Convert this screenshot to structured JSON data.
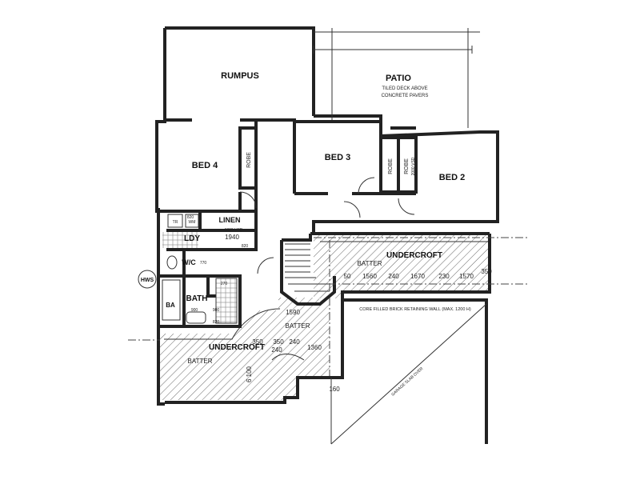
{
  "rooms": {
    "rumpus": "RUMPUS",
    "patio": "PATIO",
    "patio_note1": "TILED DECK ABOVE",
    "patio_note2": "CONCRETE PAVERS",
    "bed4": "BED 4",
    "bed3": "BED 3",
    "bed2": "BED 2",
    "robe": "ROBE",
    "linen": "LINEN",
    "ldy": "LDY",
    "wc": "W/C",
    "bath": "BATH",
    "ba": "BA",
    "hws": "HWS",
    "tr": "TR",
    "wm": "WM"
  },
  "undercroft": {
    "label": "UNDERCROFT",
    "batter": "BATTER",
    "retaining_wall": "CORE FILLED BRICK RETAINING WALL (MAX. 1200 H)",
    "garage_slab": "GARAGE SLAB OVER"
  },
  "dimensions": {
    "robe_2000": "2000 VSD",
    "ldy_1800": "1800 VSD",
    "ldy_1940": "1940",
    "d820a": "820",
    "d820b": "820",
    "d770": "770",
    "d270": "270",
    "d900a": "900",
    "d900b": "900",
    "d820c": "820",
    "d50": "50",
    "d1560": "1560",
    "d240a": "240",
    "d1670": "1670",
    "d230": "230",
    "d1570": "1570",
    "d350a": "350",
    "d1590": "1590",
    "d350b": "350",
    "d240b": "240",
    "d1360": "1360",
    "d240c": "240",
    "d160": "160",
    "d6100": "6 100",
    "d350c": "350"
  }
}
